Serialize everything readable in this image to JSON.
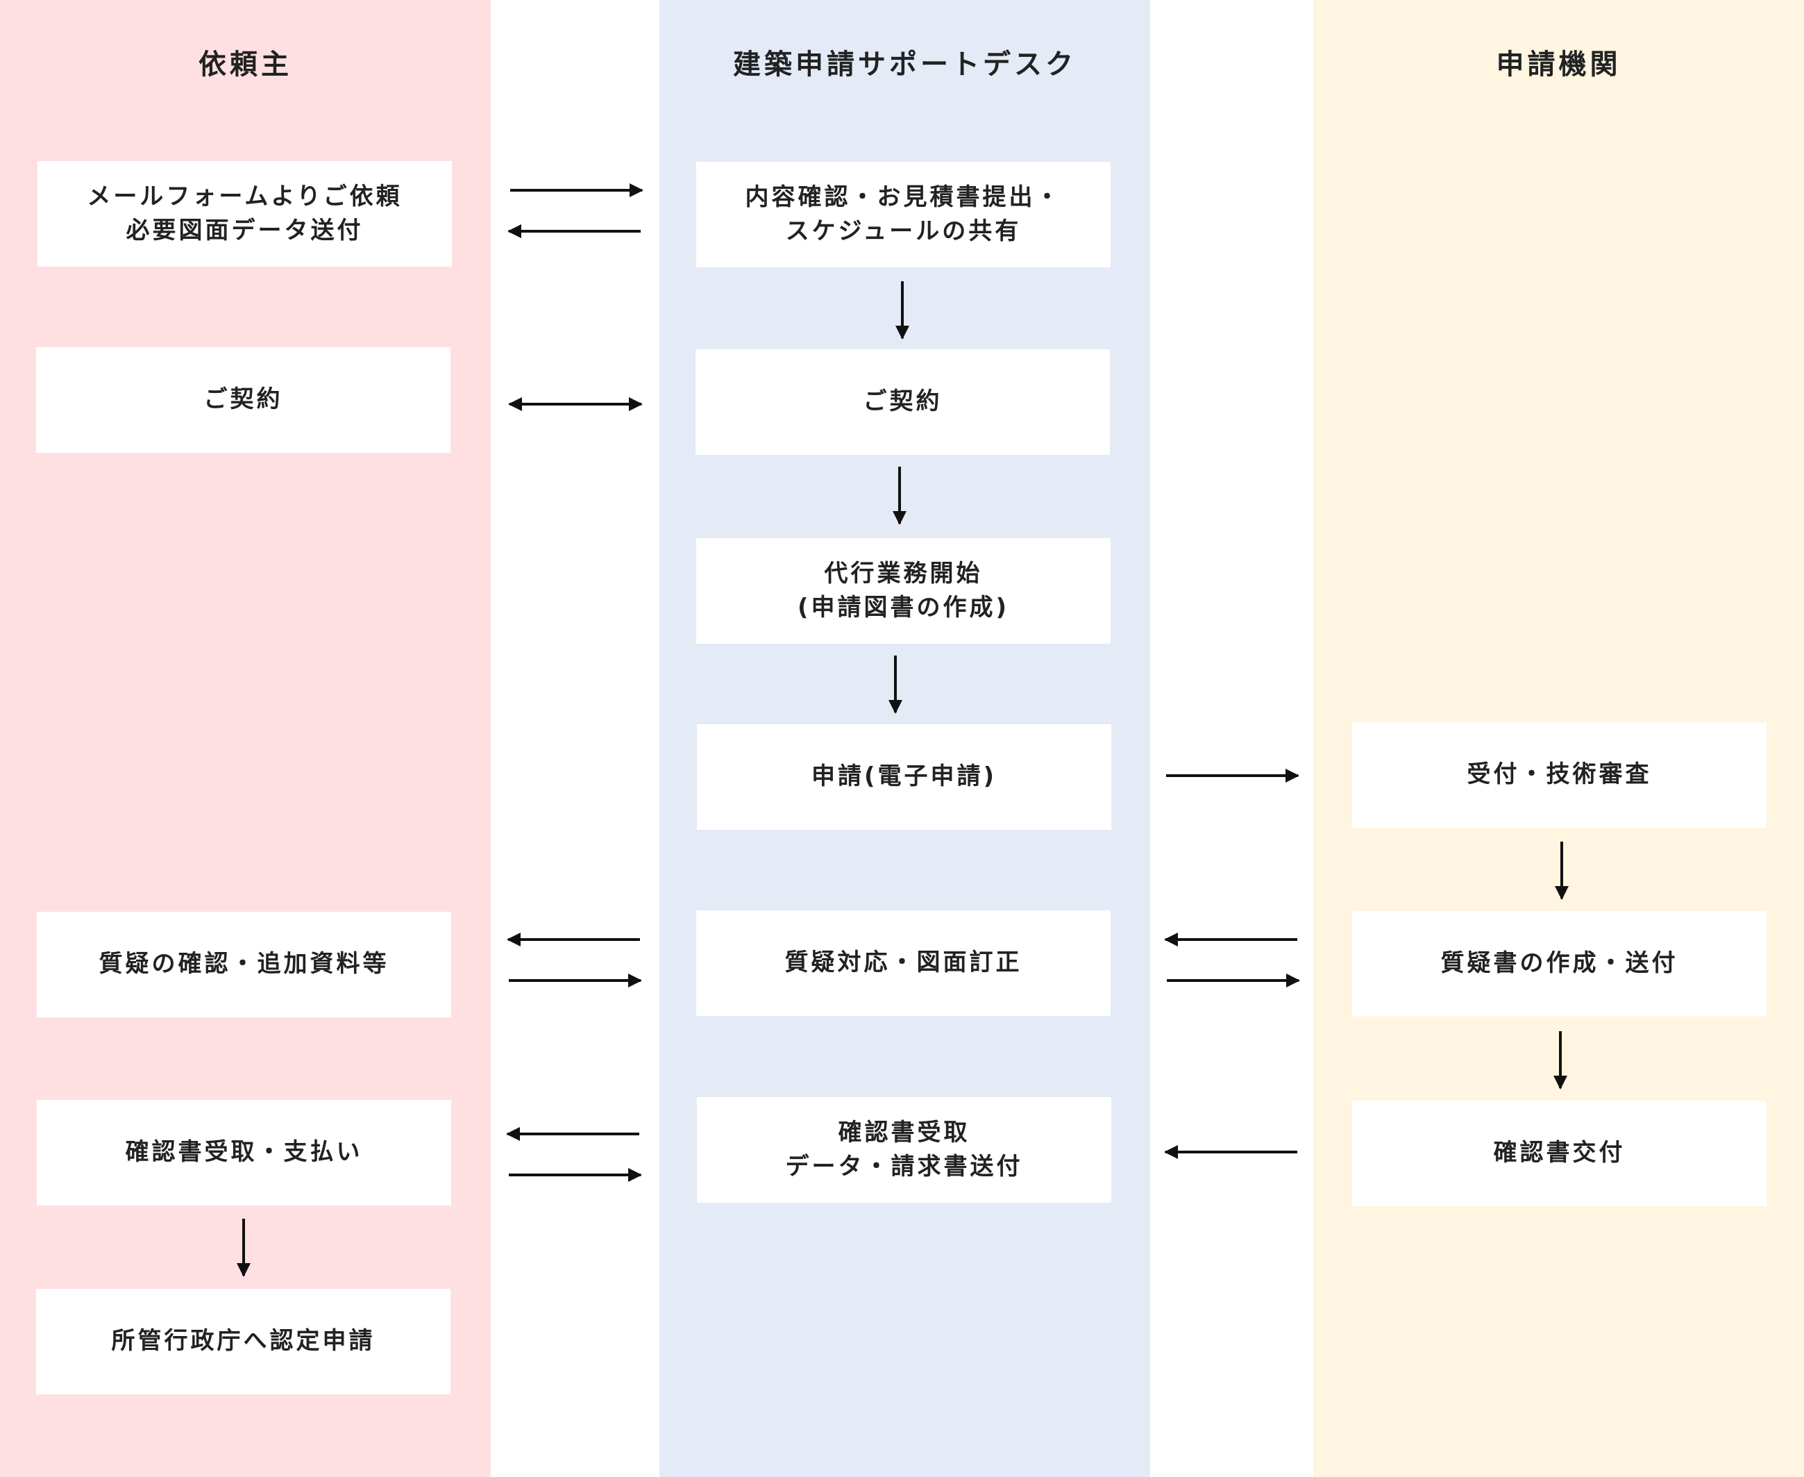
{
  "colors": {
    "client_lane": "#ffe0e2",
    "desk_lane": "#e4ebf7",
    "agency_lane": "#fff5e0",
    "box_bg": "#ffffff",
    "arrow": "#111111"
  },
  "lanes": {
    "client": {
      "title": "依頼主",
      "steps": [
        "メールフォームよりご依頼\n必要図面データ送付",
        "ご契約",
        "質疑の確認・追加資料等",
        "確認書受取・支払い",
        "所管行政庁へ認定申請"
      ]
    },
    "desk": {
      "title": "建築申請サポートデスク",
      "steps": [
        "内容確認・お見積書提出・\nスケジュールの共有",
        "ご契約",
        "代行業務開始\n(申請図書の作成)",
        "申請(電子申請)",
        "質疑対応・図面訂正",
        "確認書受取\nデータ・請求書送付"
      ]
    },
    "agency": {
      "title": "申請機関",
      "steps": [
        "受付・技術審査",
        "質疑書の作成・送付",
        "確認書交付"
      ]
    }
  },
  "arrows": [
    {
      "from": "client.0",
      "to": "desk.0"
    },
    {
      "from": "desk.0",
      "to": "client.0"
    },
    {
      "from": "client.1",
      "to": "desk.1",
      "bidirectional": true
    },
    {
      "from": "desk.0",
      "to": "desk.1"
    },
    {
      "from": "desk.1",
      "to": "desk.2"
    },
    {
      "from": "desk.2",
      "to": "desk.3"
    },
    {
      "from": "desk.3",
      "to": "agency.0"
    },
    {
      "from": "agency.0",
      "to": "agency.1"
    },
    {
      "from": "desk.4",
      "to": "client.2"
    },
    {
      "from": "client.2",
      "to": "desk.4"
    },
    {
      "from": "desk.4",
      "to": "agency.1"
    },
    {
      "from": "agency.1",
      "to": "desk.4"
    },
    {
      "from": "agency.1",
      "to": "agency.2"
    },
    {
      "from": "desk.5",
      "to": "client.3"
    },
    {
      "from": "client.3",
      "to": "desk.5"
    },
    {
      "from": "agency.2",
      "to": "desk.5"
    },
    {
      "from": "client.3",
      "to": "client.4"
    }
  ]
}
